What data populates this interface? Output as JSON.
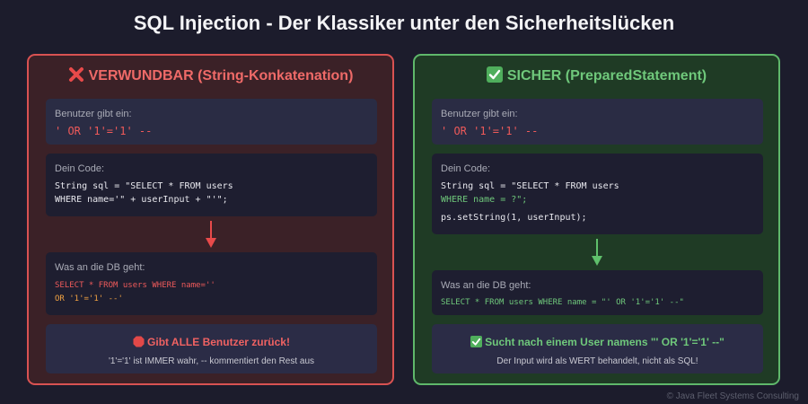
{
  "title": "SQL Injection - Der Klassiker unter den Sicherheitslücken",
  "colors": {
    "danger": "#d95252",
    "safe": "#5fb86b",
    "background": "#1c1c2c"
  },
  "left": {
    "icon": "cross-mark-icon",
    "header": "VERWUNDBAR (String-Konkatenation)",
    "input_label": "Benutzer gibt ein:",
    "input_value": "' OR '1'='1' --",
    "code_label": "Dein Code:",
    "code_line1": "String sql = \"SELECT * FROM users",
    "code_line2": "WHERE name='\" + userInput + \"'\";",
    "db_label": "Was an die DB geht:",
    "db_line1": "SELECT * FROM users WHERE name=''",
    "db_line2": "OR '1'='1' --'",
    "result_icon": "stop-sign-icon",
    "result_title": "Gibt ALLE Benutzer zurück!",
    "result_sub": "'1'='1' ist IMMER wahr, -- kommentiert den Rest aus"
  },
  "right": {
    "icon": "check-mark-icon",
    "header": "SICHER (PreparedStatement)",
    "input_label": "Benutzer gibt ein:",
    "input_value": "' OR '1'='1' --",
    "code_label": "Dein Code:",
    "code_line1": "String sql = \"SELECT * FROM users",
    "code_line2": "WHERE name = ?\";",
    "code_line3": "ps.setString(1, userInput);",
    "db_label": "Was an die DB geht:",
    "db_line1": "SELECT * FROM users WHERE name = \"' OR '1'='1' --\"",
    "result_icon": "check-mark-icon",
    "result_title": "Sucht nach einem User namens \"' OR '1'='1' --\"",
    "result_sub": "Der Input wird als WERT behandelt, nicht als SQL!"
  },
  "footer": "© Java Fleet Systems Consulting"
}
